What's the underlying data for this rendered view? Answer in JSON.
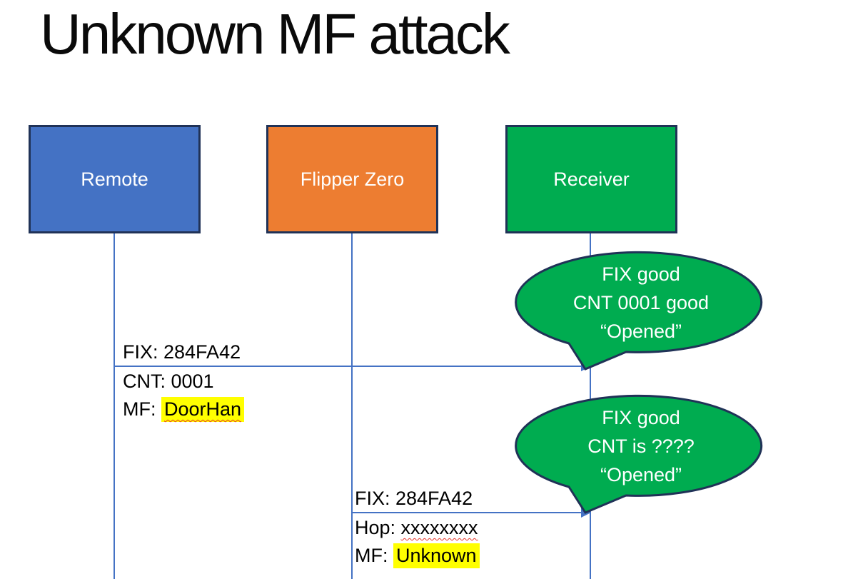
{
  "title": "Unknown MF attack",
  "colors": {
    "actor_remote_fill": "#4472C4",
    "actor_flipper_fill": "#ED7D31",
    "actor_receiver_fill": "#00AC50",
    "shape_border": "#203257",
    "line_blue": "#4472C4",
    "callout_fill": "#00AC50",
    "highlight_yellow": "#FFFF00",
    "squiggle_red": "#E8362A",
    "actor_text": "#FFFFFF",
    "label_text": "#000000"
  },
  "actors": [
    {
      "id": "remote",
      "label": "Remote"
    },
    {
      "id": "flipper-zero",
      "label": "Flipper Zero"
    },
    {
      "id": "receiver",
      "label": "Receiver"
    }
  ],
  "messages": [
    {
      "from": "remote",
      "to": "receiver",
      "above": "FIX: 284FA42",
      "below": [
        {
          "prefix": "CNT: ",
          "value": "0001"
        },
        {
          "prefix": "MF: ",
          "value": "DoorHan"
        }
      ]
    },
    {
      "from": "flipper-zero",
      "to": "receiver",
      "above": "FIX: 284FA42",
      "below": [
        {
          "prefix": "Hop: ",
          "value": "xxxxxxxx"
        },
        {
          "prefix": "MF: ",
          "value": "Unknown"
        }
      ]
    }
  ],
  "callouts": [
    {
      "lines": [
        "FIX good",
        "CNT 0001 good",
        "“Opened”"
      ]
    },
    {
      "lines": [
        "FIX good",
        "CNT is ????",
        "“Opened”"
      ]
    }
  ]
}
